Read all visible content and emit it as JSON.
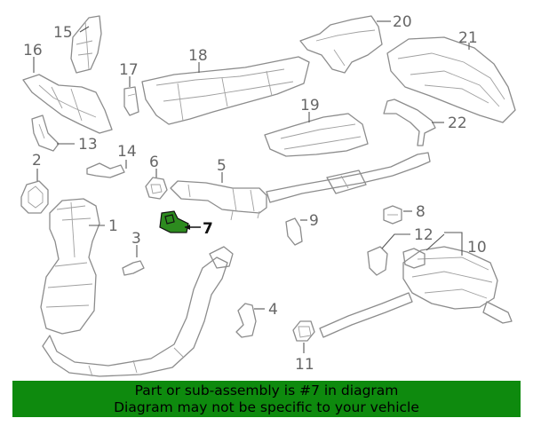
{
  "callouts": {
    "c1": "1",
    "c2": "2",
    "c3": "3",
    "c4": "4",
    "c5": "5",
    "c6": "6",
    "c7": "7",
    "c8": "8",
    "c9": "9",
    "c10": "10",
    "c11": "11",
    "c12": "12",
    "c13": "13",
    "c14": "14",
    "c15": "15",
    "c16": "16",
    "c17": "17",
    "c18": "18",
    "c19": "19",
    "c20": "20",
    "c21": "21",
    "c22": "22"
  },
  "highlighted_part": "7",
  "colors": {
    "highlight": "#2d8b1f",
    "banner_background": "#0e8a0e",
    "line_art": "#8c8c8c"
  },
  "banner": {
    "line1": "Part or sub-assembly is #7 in diagram",
    "line2": "Diagram may not be specific to your vehicle"
  }
}
